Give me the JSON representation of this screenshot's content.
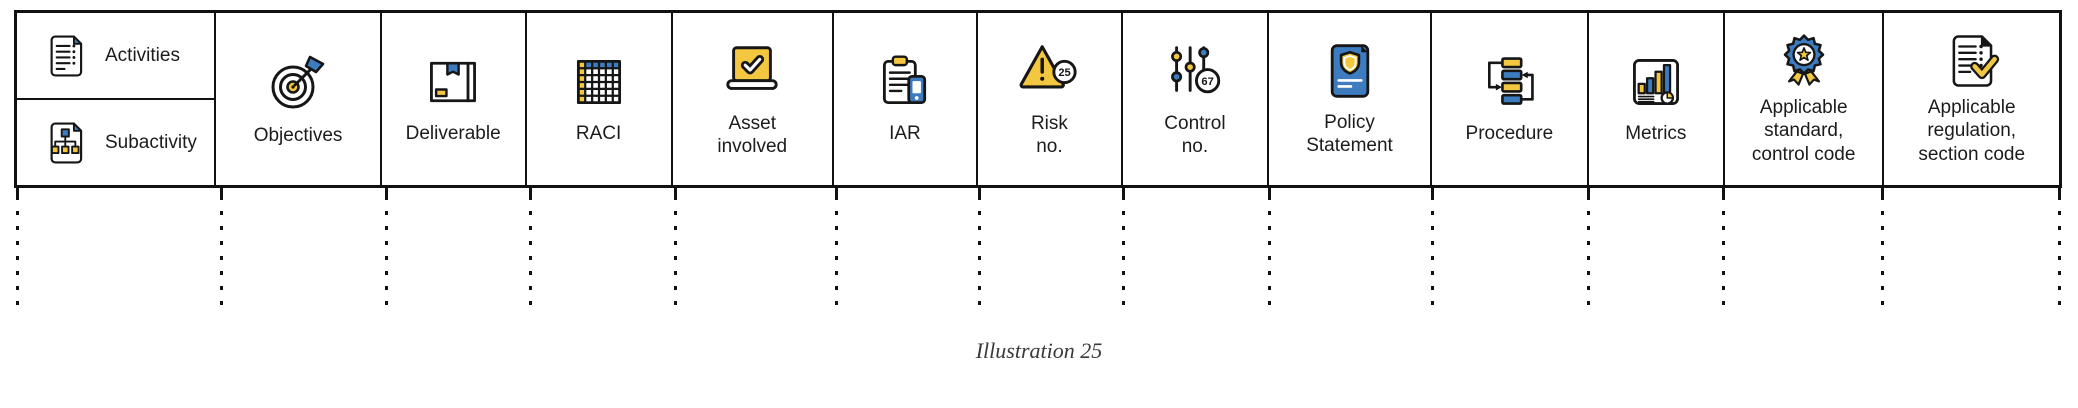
{
  "caption": "Illustration 25",
  "table": {
    "activities_column": {
      "rows": [
        {
          "label": "Activities",
          "icon": "activities-document-icon"
        },
        {
          "label": "Subactivity",
          "icon": "subactivity-tree-document-icon"
        }
      ]
    },
    "columns": [
      {
        "label": "Objectives",
        "icon": "objectives-target-icon"
      },
      {
        "label": "Deliverable",
        "icon": "deliverable-package-icon"
      },
      {
        "label": "RACI",
        "icon": "raci-matrix-grid-icon"
      },
      {
        "label": "Asset\ninvolved",
        "icon": "asset-involved-laptop-check-icon"
      },
      {
        "label": "IAR",
        "icon": "iar-clipboard-phone-icon"
      },
      {
        "label": "Risk\nno.",
        "icon": "risk-warning-triangle-icon"
      },
      {
        "label": "Control\nno.",
        "icon": "control-sliders-icon"
      },
      {
        "label": "Policy\nStatement",
        "icon": "policy-statement-shield-document-icon"
      },
      {
        "label": "Procedure",
        "icon": "procedure-flowchart-icon"
      },
      {
        "label": "Metrics",
        "icon": "metrics-report-chart-icon"
      },
      {
        "label": "Applicable\nstandard,\ncontrol code",
        "icon": "standard-award-rosette-icon"
      },
      {
        "label": "Applicable\nregulation,\nsection code",
        "icon": "regulation-checked-document-icon"
      }
    ]
  },
  "icon_badges": {
    "risk_number": "25",
    "control_number": "67"
  },
  "colors": {
    "accent_blue": "#3E7CC0",
    "accent_yellow": "#F3C73F",
    "outline": "#161616",
    "table_border": "#111111",
    "label_text": "#1C1C1C",
    "caption_text": "#3A3A3A"
  }
}
